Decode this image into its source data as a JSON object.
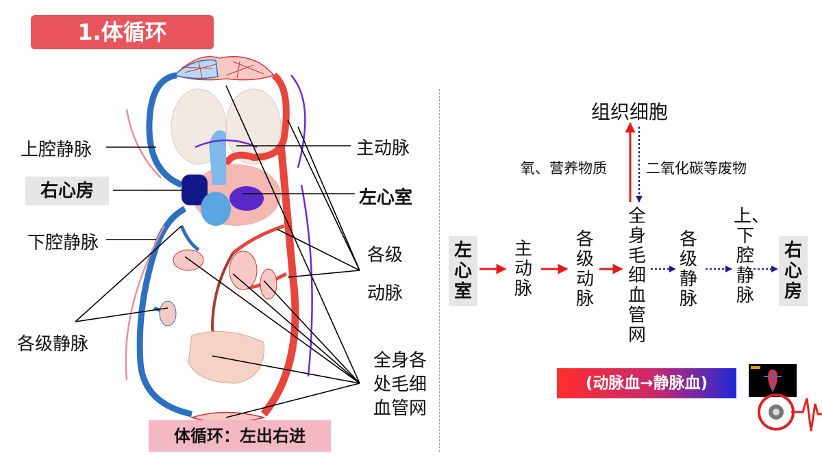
{
  "title": "1.体循环",
  "diagram_labels": {
    "superior_vena_cava": "上腔静脉",
    "right_atrium": "右心房",
    "inferior_vena_cava": "下腔静脉",
    "veins_all_levels": "各级静脉",
    "aorta": "主动脉",
    "left_ventricle": "左心室",
    "arteries_line1": "各级",
    "arteries_line2": "动脉",
    "capillaries_line1": "全身各",
    "capillaries_line2": "处毛细",
    "capillaries_line3": "血管网"
  },
  "summary_badge": "体循环：左出右进",
  "flow": {
    "tissue_cells": "组织细胞",
    "up_label": "氧、营养物质",
    "down_label": "二氧化碳等废物",
    "nodes": [
      "左心室",
      "主动脉",
      "各级动脉",
      "全身毛细血管网",
      "各级静脉",
      "上、下腔静脉",
      "右心房"
    ],
    "banner": "(动脉血→静脉血)"
  },
  "colors": {
    "accent_red": "#e8555d",
    "artery_red": "#e8453c",
    "vein_blue": "#2d6fc0",
    "purple_arrow": "#6a2bd8",
    "pink_badge": "#f4b8c5"
  }
}
